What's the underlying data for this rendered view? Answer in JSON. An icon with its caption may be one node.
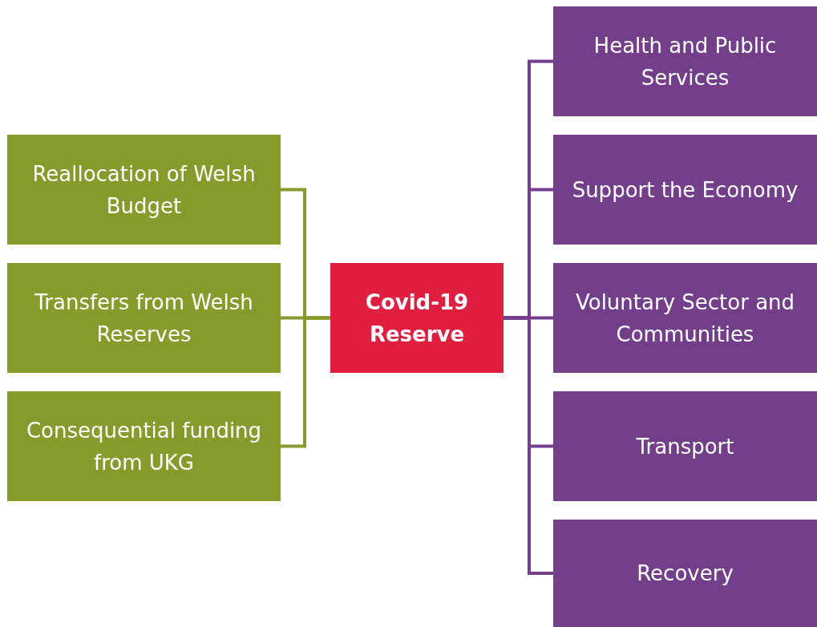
{
  "diagram": {
    "nodes": [
      {
        "text": [
          "Reallocation of Welsh Budget"
        ]
      },
      {
        "text": [
          "Transfers from Welsh Reserves"
        ]
      },
      {
        "text": [
          "Consequential funding from UKG"
        ]
      },
      {
        "text": [
          "Covid-19 Reserve"
        ]
      },
      {
        "text": [
          "Health and Public Services"
        ]
      },
      {
        "text": [
          "Support the Economy"
        ]
      },
      {
        "text": [
          "Voluntary Sector and Communities"
        ]
      },
      {
        "text": [
          "Transport"
        ]
      },
      {
        "text": [
          "Recovery"
        ]
      }
    ],
    "edges": [
      {
        "from": 0,
        "to": 3,
        "arrow": "none",
        "color": "#879a2c"
      },
      {
        "from": 1,
        "to": 3,
        "arrow": "none",
        "color": "#879a2c"
      },
      {
        "from": 2,
        "to": 3,
        "arrow": "none",
        "color": "#879a2c"
      },
      {
        "from": 3,
        "to": 4,
        "arrow": "none"
      },
      {
        "from": 3,
        "to": 5,
        "arrow": "none"
      },
      {
        "from": 3,
        "to": 6,
        "arrow": "none"
      },
      {
        "from": 3,
        "to": 7,
        "arrow": "none"
      },
      {
        "from": 3,
        "to": 8,
        "arrow": "none"
      }
    ]
  }
}
